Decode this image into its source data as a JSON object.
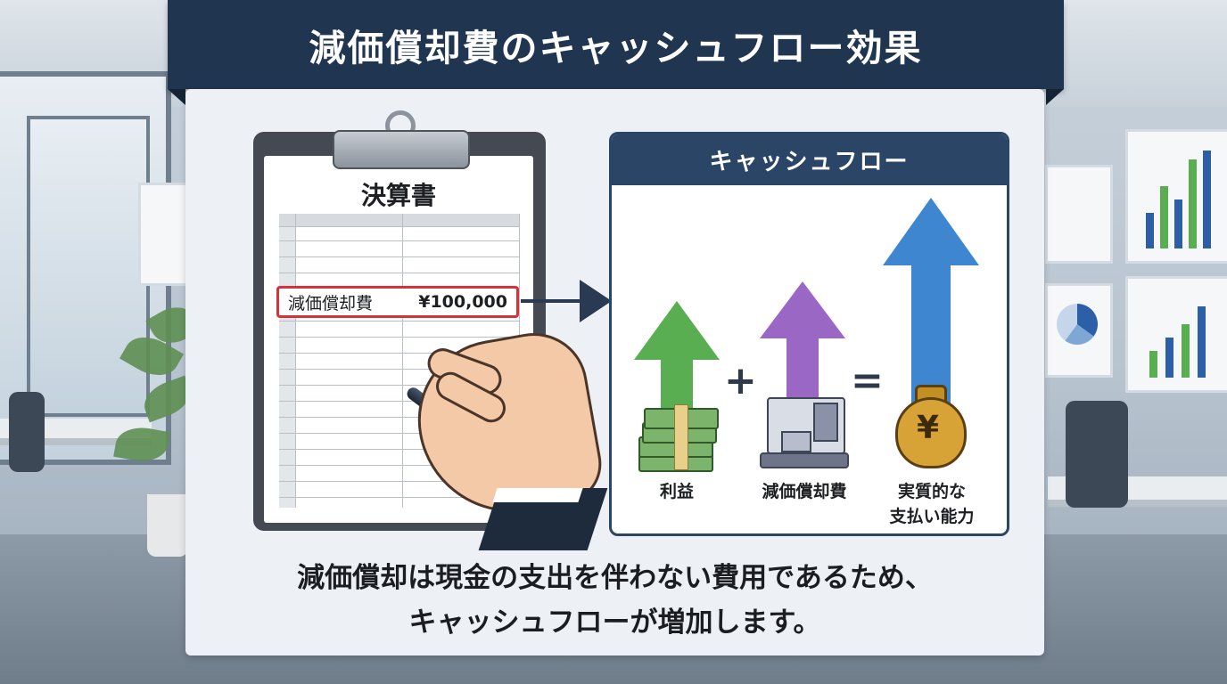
{
  "title": "減価償却費のキャッシュフロー効果",
  "statement": {
    "title": "決算書",
    "item_label": "減価償却費",
    "item_amount": "¥100,000"
  },
  "cashflow": {
    "header": "キャッシュフロー",
    "terms": [
      {
        "label": "利益",
        "color": "#5aae52",
        "icon": "cash-stack-icon"
      },
      {
        "label": "減価償却費",
        "color": "#9b67c4",
        "icon": "machinery-icon"
      }
    ],
    "result": {
      "label_line1": "実質的な",
      "label_line2": "支払い能力",
      "color": "#3e86cf",
      "icon": "money-bag-icon",
      "symbol": "¥"
    },
    "operators": {
      "plus": "+",
      "equals": "="
    }
  },
  "caption": {
    "line1": "減価償却は現金の支出を伴わない費用であるため、",
    "line2": "キャッシュフローが増加します。"
  }
}
